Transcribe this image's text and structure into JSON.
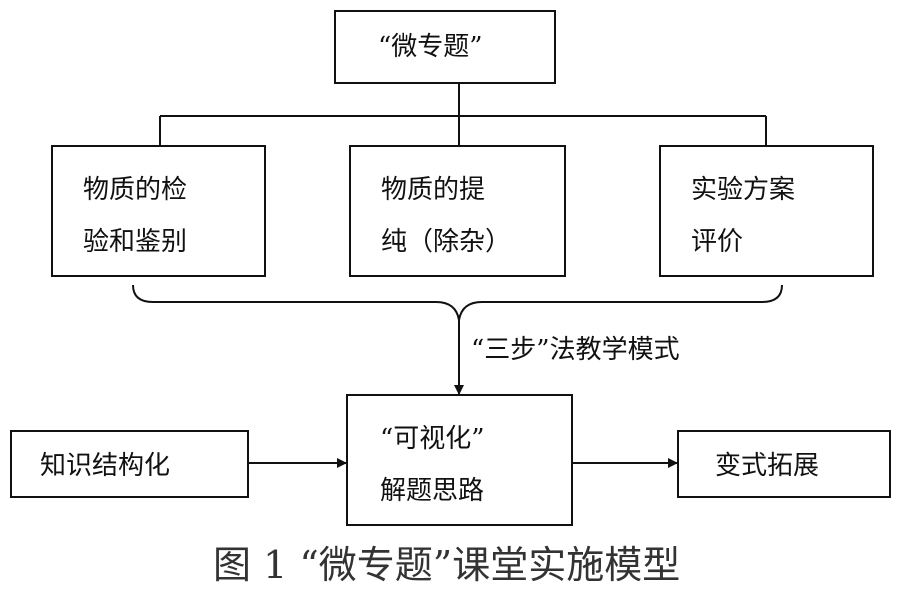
{
  "diagram": {
    "top_node": "“微专题”",
    "branches": [
      {
        "line1": "物质的检",
        "line2": "验和鉴别"
      },
      {
        "line1": "物质的提",
        "line2": "纯（除杂）"
      },
      {
        "line1": "实验方案",
        "line2": "评价"
      }
    ],
    "method_label": "“三步”法教学模式",
    "left_node": "知识结构化",
    "center_node": {
      "line1": "“可视化”",
      "line2": "解题思路"
    },
    "right_node": "变式拓展"
  },
  "caption": "图 1 “微专题”课堂实施模型"
}
